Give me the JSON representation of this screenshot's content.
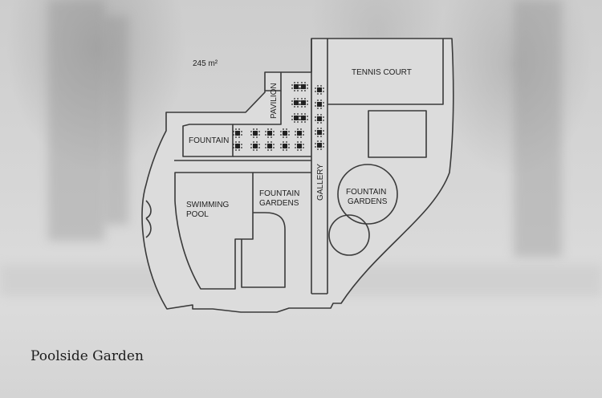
{
  "area_label": "245 m²",
  "caption": "Poolside Garden",
  "areas": {
    "tennis_court": "TENNIS COURT",
    "pavilion": "PAVILION",
    "fountain": "FOUNTAIN",
    "gallery": "GALLERY",
    "swimming_pool": [
      "SWIMMING",
      "POOL"
    ],
    "fountain_gardens_left": [
      "FOUNTAIN",
      "GARDENS"
    ],
    "fountain_gardens_right": [
      "FOUNTAIN",
      "GARDENS"
    ]
  },
  "colors": {
    "plan_fill": "#dcdcdc",
    "outline": "#3a3a3a"
  }
}
